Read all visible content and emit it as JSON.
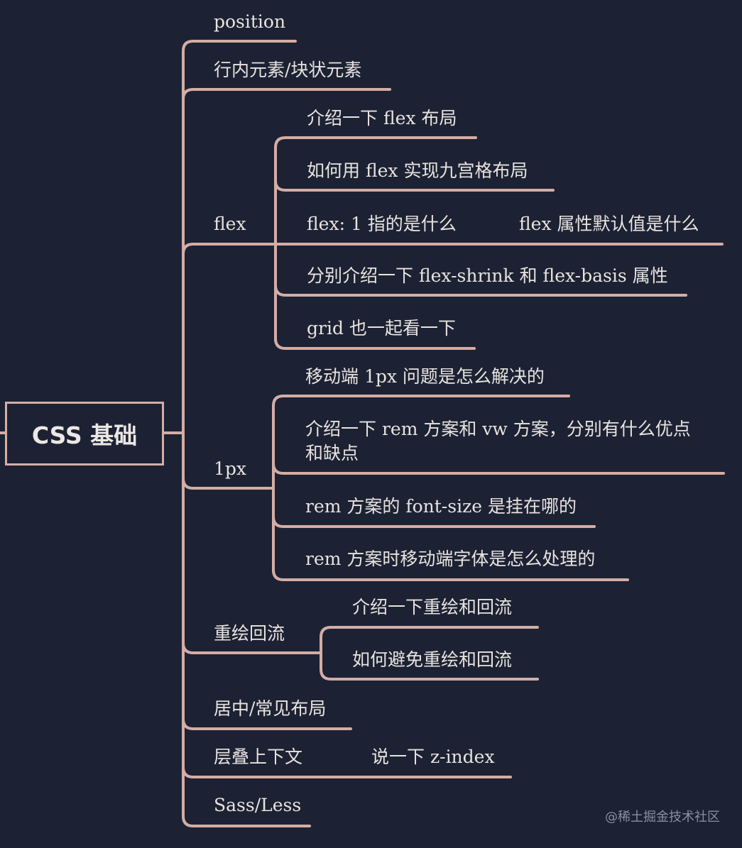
{
  "root": "CSS 基础",
  "branches": {
    "position": "position",
    "inline_block": "行内元素/块状元素",
    "flex": "flex",
    "flex_children": [
      "介绍一下 flex 布局",
      "如何用 flex 实现九宫格布局",
      "flex: 1 指的是什么",
      "分别介绍一下 flex-shrink 和 flex-basis 属性",
      "grid 也一起看一下"
    ],
    "flex_default": "flex 属性默认值是什么",
    "px": "1px",
    "px_children": [
      "移动端 1px 问题是怎么解决的",
      "介绍一下 rem 方案和 vw 方案，分别有什么优点",
      "和缺点",
      "rem 方案的 font-size 是挂在哪的",
      "rem 方案时移动端字体是怎么处理的"
    ],
    "repaint": "重绘回流",
    "repaint_children": [
      "介绍一下重绘和回流",
      "如何避免重绘和回流"
    ],
    "layout": "居中/常见布局",
    "stacking": "层叠上下文",
    "zindex": "说一下 z-index",
    "sass": "Sass/Less"
  },
  "watermark": "@稀土掘金技术社区",
  "colors": {
    "background": "#1c2233",
    "line": "#d4ada6",
    "text": "#e8e3e0"
  }
}
